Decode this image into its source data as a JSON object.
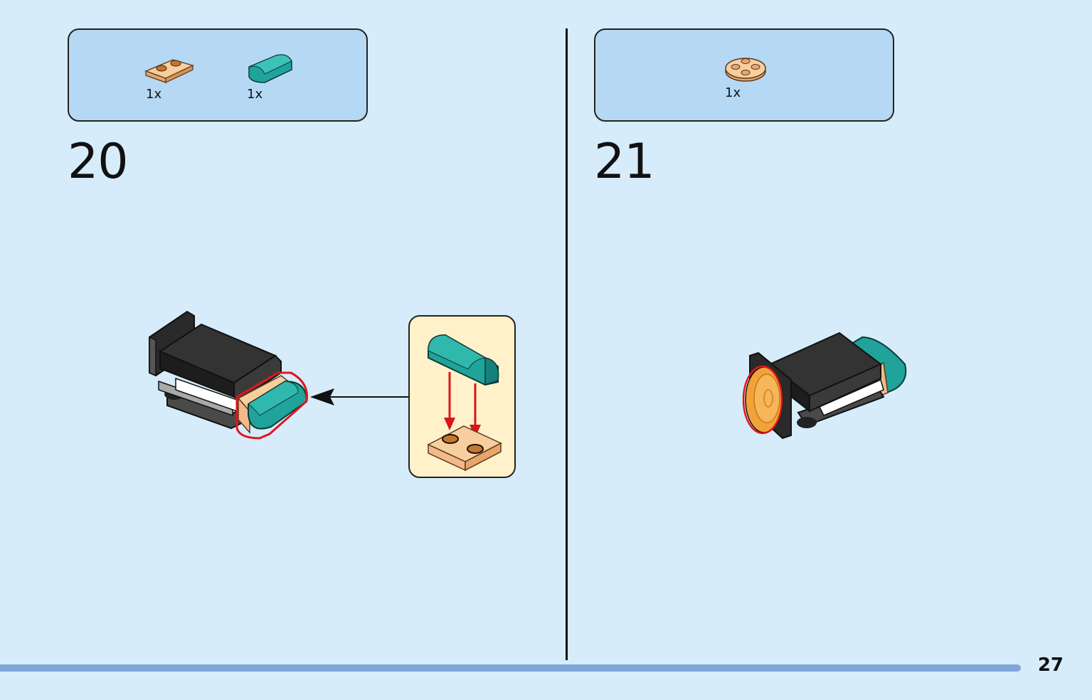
{
  "steps": [
    {
      "number": "20",
      "parts": [
        {
          "qty": "1x",
          "icon": "tan-plate-1x2-icon"
        },
        {
          "qty": "1x",
          "icon": "teal-curved-slope-icon"
        }
      ]
    },
    {
      "number": "21",
      "parts": [
        {
          "qty": "1x",
          "icon": "tan-round-plate-icon"
        }
      ]
    }
  ],
  "page": {
    "number": "27"
  },
  "colors": {
    "background": "#d6ecfa",
    "parts_box": "#b5d9f4",
    "callout": "#fff1c9",
    "teal": "#1fa39a",
    "tan": "#f6c996",
    "highlight": "#e0161b",
    "progress": "#7fa6d9"
  }
}
